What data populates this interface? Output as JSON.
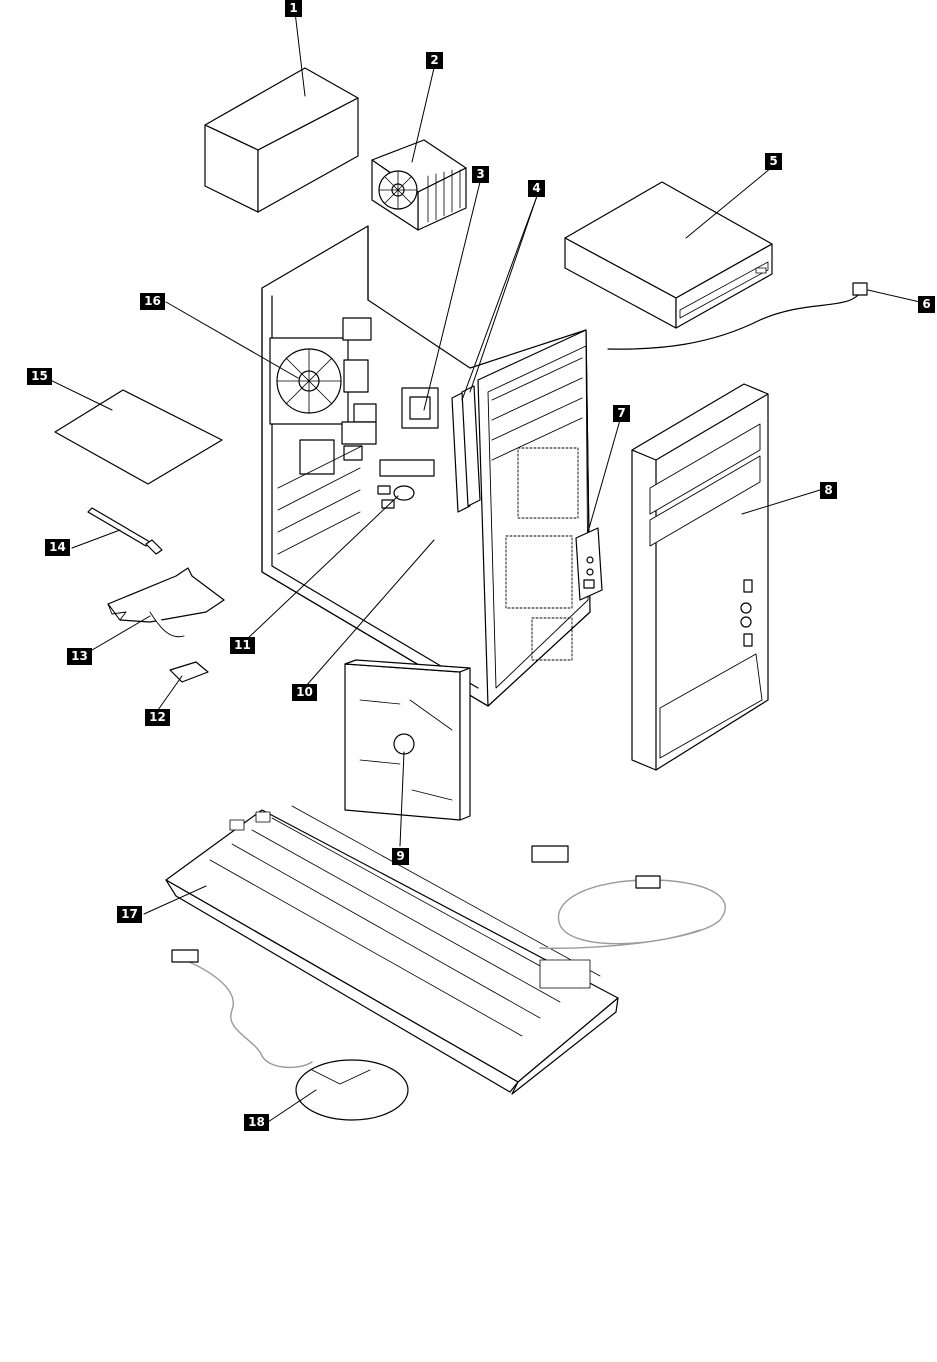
{
  "diagram": {
    "callouts": [
      {
        "id": "1",
        "label": "1",
        "part": "power-supply"
      },
      {
        "id": "2",
        "label": "2",
        "part": "heat-sink-and-fan"
      },
      {
        "id": "3",
        "label": "3",
        "part": "microprocessor"
      },
      {
        "id": "4",
        "label": "4",
        "part": "memory-modules"
      },
      {
        "id": "5",
        "label": "5",
        "part": "optical-drive"
      },
      {
        "id": "6",
        "label": "6",
        "part": "cover-presence-switch"
      },
      {
        "id": "7",
        "label": "7",
        "part": "front-audio-usb-assembly"
      },
      {
        "id": "8",
        "label": "8",
        "part": "front-bezel"
      },
      {
        "id": "9",
        "label": "9",
        "part": "hard-disk-drive"
      },
      {
        "id": "10",
        "label": "10",
        "part": "system-board"
      },
      {
        "id": "11",
        "label": "11",
        "part": "coin-cell-battery"
      },
      {
        "id": "12",
        "label": "12",
        "part": "wifi-card"
      },
      {
        "id": "13",
        "label": "13",
        "part": "wifi-adapter"
      },
      {
        "id": "14",
        "label": "14",
        "part": "antenna"
      },
      {
        "id": "15",
        "label": "15",
        "part": "pci-card"
      },
      {
        "id": "16",
        "label": "16",
        "part": "rear-fan"
      },
      {
        "id": "17",
        "label": "17",
        "part": "keyboard"
      },
      {
        "id": "18",
        "label": "18",
        "part": "mouse"
      }
    ],
    "colors": {
      "line": "#000000",
      "callout_bg": "#000000",
      "callout_text": "#ffffff",
      "cable": "#9a9a9a"
    }
  }
}
